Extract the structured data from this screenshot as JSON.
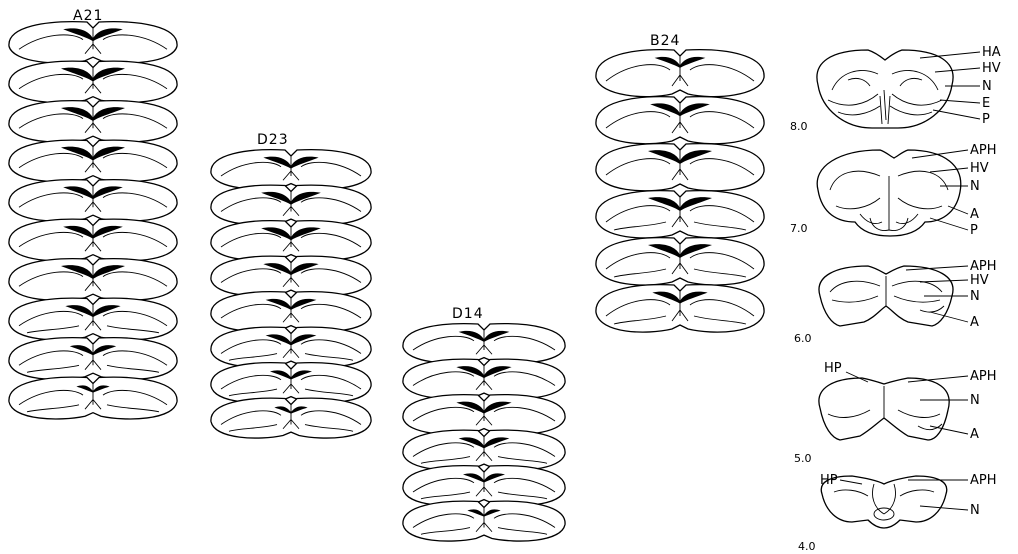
{
  "columns": [
    {
      "label": "A21",
      "count": 10,
      "lesion": [
        0.9,
        1.0,
        1.0,
        1.0,
        0.9,
        0.9,
        1.0,
        0.8,
        0.6,
        0.3
      ]
    },
    {
      "label": "D23",
      "count": 8,
      "lesion": [
        0.8,
        0.9,
        0.9,
        0.8,
        0.7,
        0.7,
        0.5,
        0.3
      ]
    },
    {
      "label": "D14",
      "count": 6,
      "lesion": [
        0.7,
        0.8,
        0.8,
        0.7,
        0.5,
        0.3
      ]
    },
    {
      "label": "B24",
      "count": 6,
      "lesion": [
        0.7,
        0.9,
        1.0,
        1.0,
        1.0,
        0.8
      ]
    }
  ],
  "atlas": [
    {
      "level": "8.0",
      "labels": [
        "HA",
        "HV",
        "N",
        "E",
        "P"
      ]
    },
    {
      "level": "7.0",
      "labels": [
        "APH",
        "HV",
        "N",
        "A",
        "P"
      ]
    },
    {
      "level": "6.0",
      "labels": [
        "APH",
        "HV",
        "N",
        "A"
      ]
    },
    {
      "level": "5.0",
      "left_labels": [
        "HP"
      ],
      "labels": [
        "APH",
        "N",
        "A"
      ]
    },
    {
      "level": "4.0",
      "left_labels": [
        "HP"
      ],
      "labels": [
        "APH",
        "N"
      ]
    }
  ]
}
